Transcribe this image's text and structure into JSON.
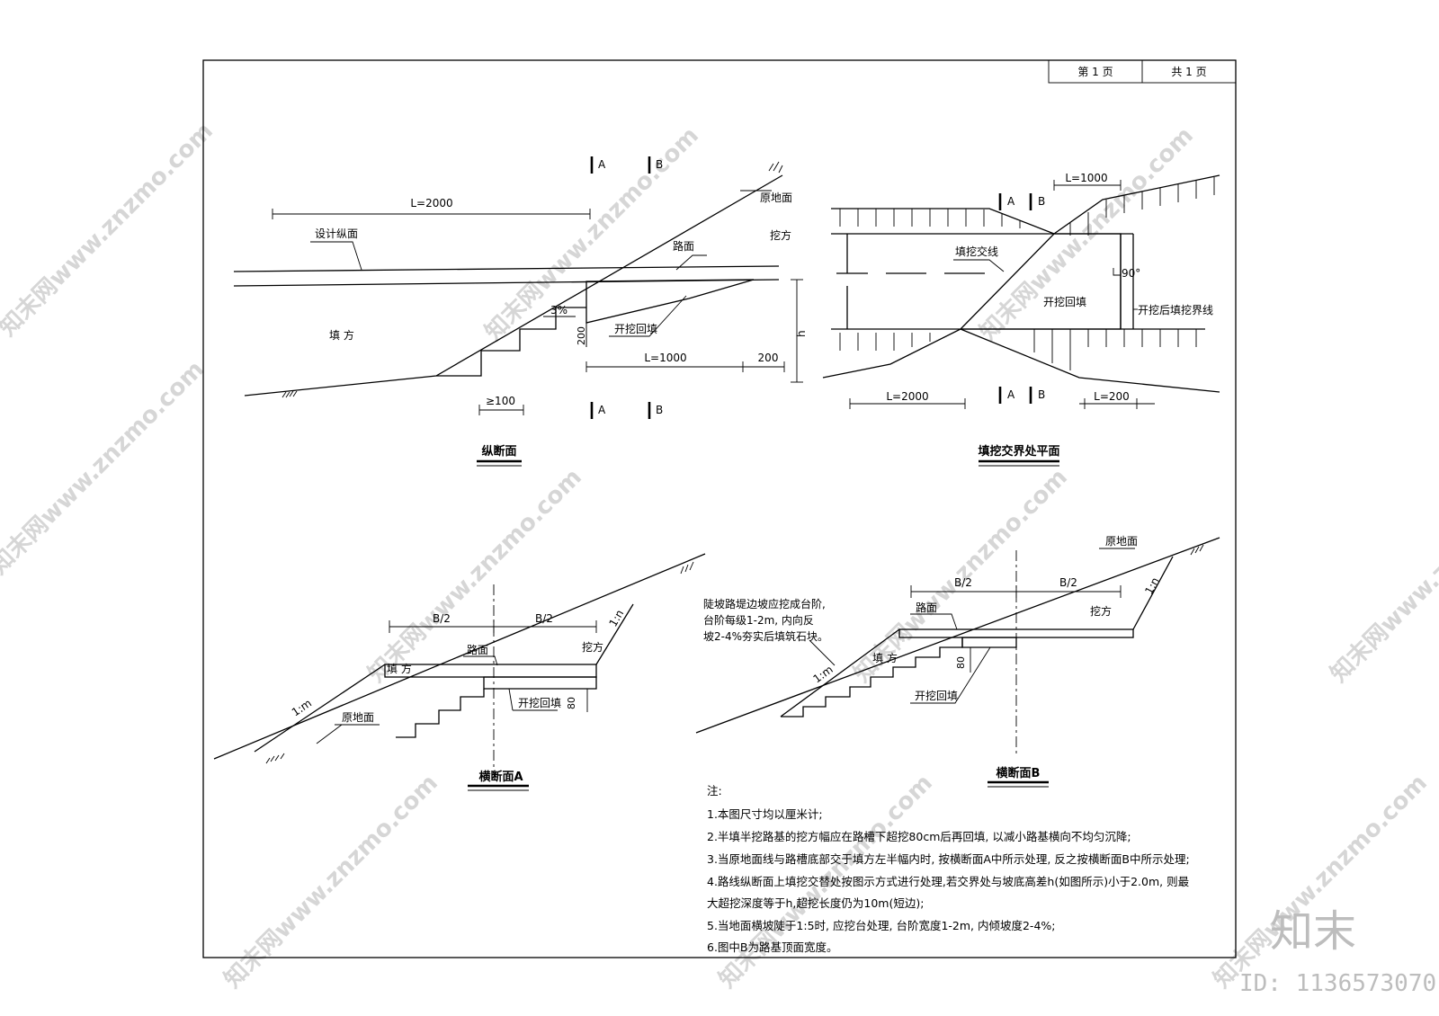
{
  "header": {
    "page_current": "第 1 页",
    "page_total": "共 1 页"
  },
  "section_marks": {
    "a": "A",
    "b": "B"
  },
  "long_section": {
    "title": "纵断面",
    "l2000": "L=2000",
    "design_profile": "设计纵面",
    "road_surface": "路面",
    "cut": "挖方",
    "ground": "原地面",
    "fill": "填 方",
    "slope": "3%",
    "excavate_backfill": "开挖回填",
    "dim200v": "200",
    "l1000": "L=1000",
    "dim200": "200",
    "h": "h",
    "step_min": "≥100"
  },
  "plan": {
    "title": "填挖交界处平面",
    "l1000": "L=1000",
    "boundary_cross": "填挖交线",
    "excavate_backfill": "开挖回填",
    "angle": "90°",
    "boundary_line": "开挖后填挖界线",
    "l2000": "L=2000",
    "l200": "L=200"
  },
  "cross_a": {
    "title": "横断面A",
    "half1": "B/2",
    "half2": "B/2",
    "slope_n": "1:n",
    "slope_m": "1:m",
    "road_surface": "路面",
    "cut": "挖方",
    "fill": "填 方",
    "ground": "原地面",
    "excavate_backfill": "开挖回填",
    "dim80": "80"
  },
  "cross_b": {
    "title": "横断面B",
    "half1": "B/2",
    "half2": "B/2",
    "ground": "原地面",
    "slope_n": "1:n",
    "slope_m": "1:m",
    "road_surface": "路面",
    "cut": "挖方",
    "fill": "填 方",
    "dim80": "80",
    "excavate_backfill": "开挖回填",
    "remark1": "陡坡路堤边坡应挖成台阶,",
    "remark2": "台阶每级1-2m, 内向反",
    "remark3": "坡2-4%夯实后填筑石块。"
  },
  "notes": {
    "heading": "注:",
    "items": [
      "1.本图尺寸均以厘米计;",
      "2.半填半挖路基的挖方幅应在路槽下超挖80cm后再回填, 以减小路基横向不均匀沉降;",
      "3.当原地面线与路槽底部交于填方左半幅内时, 按横断面A中所示处理, 反之按横断面B中所示处理;",
      "4.路线纵断面上填挖交替处按图示方式进行处理,若交界处与坡底高差h(如图所示)小于2.0m, 则最",
      "大超挖深度等于h,超挖长度仍为10m(短边);",
      "5.当地面横坡陡于1:5时, 应挖台处理, 台阶宽度1-2m, 内倾坡度2-4%;",
      "6.图中B为路基顶面宽度。"
    ]
  },
  "watermark": {
    "text": "知末网www.znzmo.com",
    "brand": "知末",
    "id": "ID: 1136573070"
  }
}
